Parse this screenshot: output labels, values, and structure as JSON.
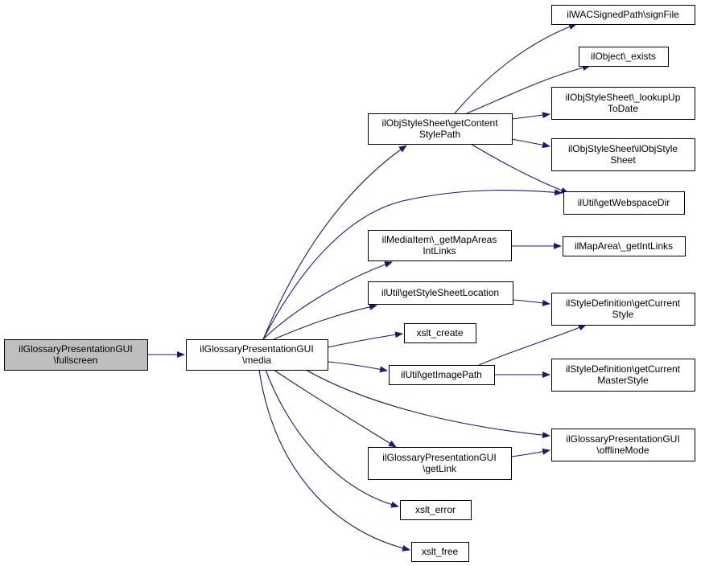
{
  "colors": {
    "edge": "#191970",
    "node_fill": "#ffffff",
    "node_border": "#000000",
    "root_fill": "#bfbfbf"
  },
  "nodes": [
    {
      "id": "fullscreen",
      "lines": [
        "ilGlossaryPresentationGUI",
        "\\fullscreen"
      ],
      "root": true
    },
    {
      "id": "media",
      "lines": [
        "ilGlossaryPresentationGUI",
        "\\media"
      ]
    },
    {
      "id": "getContentStylePath",
      "lines": [
        "ilObjStyleSheet\\getContent",
        "StylePath"
      ]
    },
    {
      "id": "getMapAreasIntLinks",
      "lines": [
        "ilMediaItem\\_getMapAreas",
        "IntLinks"
      ]
    },
    {
      "id": "getStyleSheetLocation",
      "lines": [
        "ilUtil\\getStyleSheetLocation"
      ]
    },
    {
      "id": "xslt_create",
      "lines": [
        "xslt_create"
      ]
    },
    {
      "id": "getImagePath",
      "lines": [
        "ilUtil\\getImagePath"
      ]
    },
    {
      "id": "getLink",
      "lines": [
        "ilGlossaryPresentationGUI",
        "\\getLink"
      ]
    },
    {
      "id": "xslt_error",
      "lines": [
        "xslt_error"
      ]
    },
    {
      "id": "xslt_free",
      "lines": [
        "xslt_free"
      ]
    },
    {
      "id": "signFile",
      "lines": [
        "ilWACSignedPath\\signFile"
      ]
    },
    {
      "id": "exists",
      "lines": [
        "ilObject\\_exists"
      ]
    },
    {
      "id": "lookupUpToDate",
      "lines": [
        "ilObjStyleSheet\\_lookupUp",
        "ToDate"
      ]
    },
    {
      "id": "ilObjStyleSheet",
      "lines": [
        "ilObjStyleSheet\\ilObjStyle",
        "Sheet"
      ]
    },
    {
      "id": "getWebspaceDir",
      "lines": [
        "ilUtil\\getWebspaceDir"
      ]
    },
    {
      "id": "getIntLinks",
      "lines": [
        "ilMapArea\\_getIntLinks"
      ]
    },
    {
      "id": "getCurrentStyle",
      "lines": [
        "ilStyleDefinition\\getCurrent",
        "Style"
      ]
    },
    {
      "id": "getCurrentMasterStyle",
      "lines": [
        "ilStyleDefinition\\getCurrent",
        "MasterStyle"
      ]
    },
    {
      "id": "offlineMode",
      "lines": [
        "ilGlossaryPresentationGUI",
        "\\offlineMode"
      ]
    }
  ],
  "edges": [
    {
      "from": "fullscreen",
      "to": "media"
    },
    {
      "from": "media",
      "to": "getContentStylePath"
    },
    {
      "from": "media",
      "to": "getWebspaceDir"
    },
    {
      "from": "media",
      "to": "getMapAreasIntLinks"
    },
    {
      "from": "media",
      "to": "getStyleSheetLocation"
    },
    {
      "from": "media",
      "to": "xslt_create"
    },
    {
      "from": "media",
      "to": "getImagePath"
    },
    {
      "from": "media",
      "to": "offlineMode"
    },
    {
      "from": "media",
      "to": "getLink"
    },
    {
      "from": "media",
      "to": "xslt_error"
    },
    {
      "from": "media",
      "to": "xslt_free"
    },
    {
      "from": "getContentStylePath",
      "to": "signFile"
    },
    {
      "from": "getContentStylePath",
      "to": "exists"
    },
    {
      "from": "getContentStylePath",
      "to": "lookupUpToDate"
    },
    {
      "from": "getContentStylePath",
      "to": "ilObjStyleSheet"
    },
    {
      "from": "getContentStylePath",
      "to": "getWebspaceDir"
    },
    {
      "from": "getMapAreasIntLinks",
      "to": "getIntLinks"
    },
    {
      "from": "getStyleSheetLocation",
      "to": "getCurrentStyle"
    },
    {
      "from": "getImagePath",
      "to": "getCurrentStyle"
    },
    {
      "from": "getImagePath",
      "to": "getCurrentMasterStyle"
    },
    {
      "from": "getLink",
      "to": "offlineMode"
    }
  ]
}
